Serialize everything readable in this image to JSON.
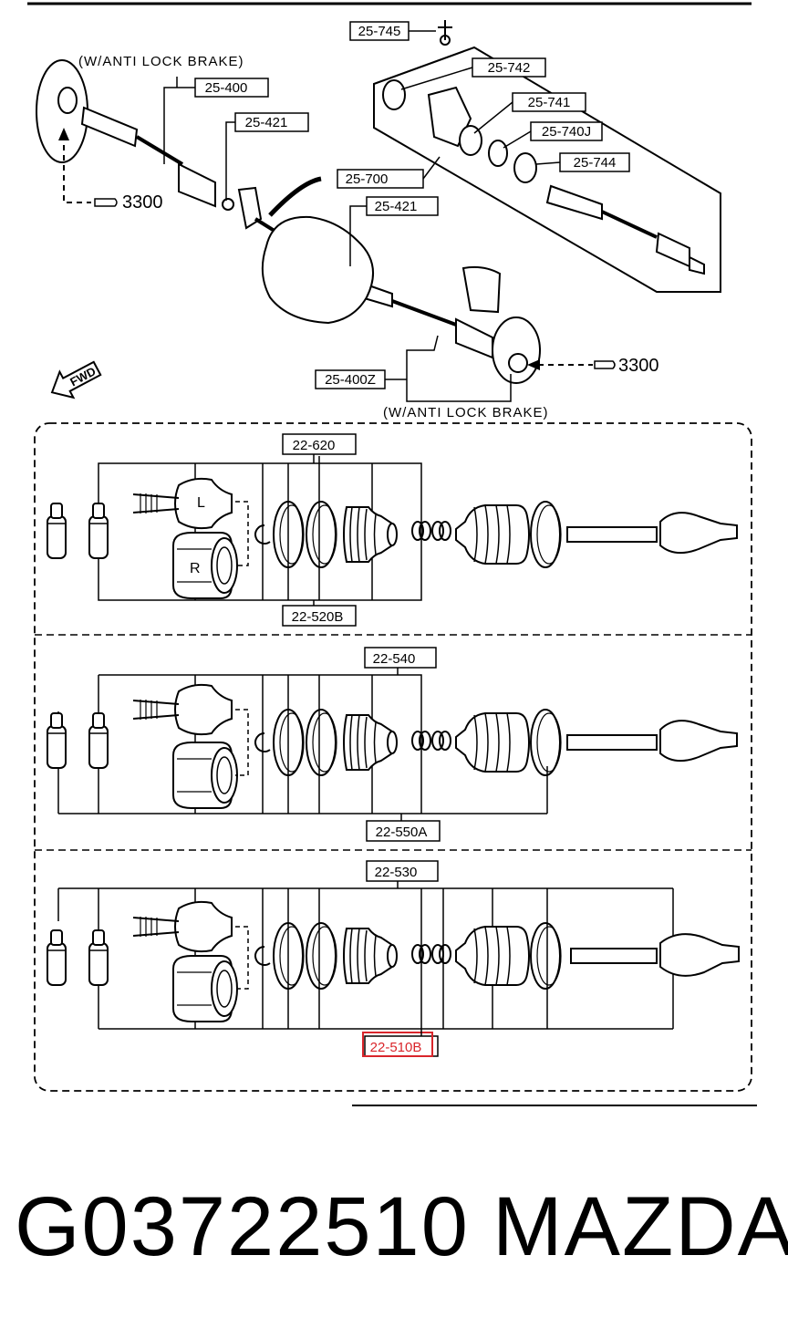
{
  "top_section": {
    "note_left": "(W/ANTI LOCK BRAKE)",
    "note_bottom": "(W/ANTI LOCK BRAKE)",
    "fwd_label": "FWD",
    "ref_left": "3300",
    "ref_right": "3300",
    "callouts": {
      "c_25_745": "25-745",
      "c_25_742": "25-742",
      "c_25_741": "25-741",
      "c_25_740J": "25-740J",
      "c_25_744": "25-744",
      "c_25_700": "25-700",
      "c_25_400": "25-400",
      "c_25_421_a": "25-421",
      "c_25_421_b": "25-421",
      "c_25_400Z": "25-400Z"
    }
  },
  "kits": [
    {
      "top_label": "22-620",
      "bottom_label": "22-520B",
      "joint_left": "L",
      "joint_right": "R"
    },
    {
      "top_label": "22-540",
      "bottom_label": "22-550A"
    },
    {
      "top_label": "22-530",
      "bottom_label": "22-510B"
    }
  ],
  "highlight": {
    "label": "22-510B",
    "color": "#d9252b"
  },
  "caption": {
    "part_number": "G03722510",
    "brand": "MAZDA"
  }
}
